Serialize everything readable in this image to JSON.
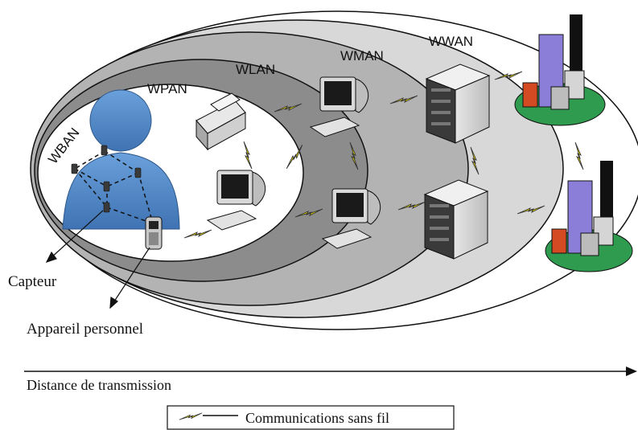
{
  "zones": {
    "wwan": "WWAN",
    "wman": "WMAN",
    "wlan": "WLAN",
    "wpan": "WPAN",
    "wban": "WBAN"
  },
  "annotations": {
    "sensor": "Capteur",
    "personal_device": "Appareil personnel"
  },
  "axis": {
    "label": "Distance de transmission"
  },
  "legend": {
    "label": "Communications sans fil",
    "icon": "lightning-bolt-icon"
  },
  "colors": {
    "body": "#4f86c6",
    "bolt": "#f2e400",
    "zone_wlan": "#8c8c8c",
    "zone_wman": "#b3b3b3",
    "zone_wwan": "#d8d8d8"
  }
}
